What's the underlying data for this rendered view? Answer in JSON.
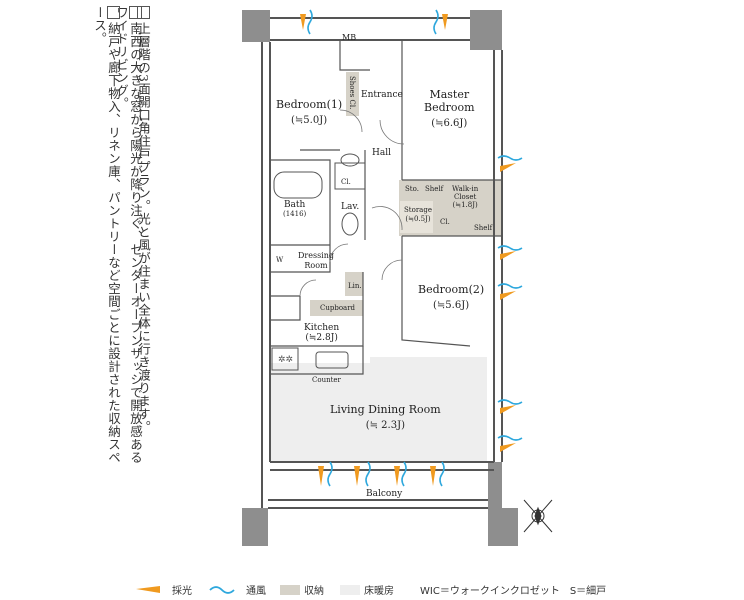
{
  "notes": [
    "上層階の3面開口角住戸プラン。光と風が住まい全体に行き渡ります。",
    "南西の大きな窓から陽光が降り注ぐ、センターオープンサッシで開放感あるワイドリビング。",
    "納戸や廊下物入、リネン庫、パントリーなど空間ごとに設計された収納スペース。"
  ],
  "rooms": {
    "mb": "MB",
    "bedroom1": {
      "name": "Bedroom(1)",
      "size": "(≒5.0J)"
    },
    "shoes": "Shoes Cl.",
    "entrance": "Entrance",
    "master": {
      "name1": "Master",
      "name2": "Bedroom",
      "size": "(≒6.6J)"
    },
    "hall": "Hall",
    "cl": "Cl.",
    "bath": {
      "name": "Bath",
      "size": "(1416)"
    },
    "lav": "Lav.",
    "sto": "Sto.",
    "shelf": "Shelf",
    "wic": {
      "name1": "Walk-in",
      "name2": "Closet",
      "size": "(≒1.8J)"
    },
    "storage": {
      "name": "Storage",
      "size": "(≒0.5J)"
    },
    "cl2": "Cl.",
    "shelf2": "Shelf",
    "dressing": {
      "name1": "Dressing",
      "name2": "Room"
    },
    "w": "W",
    "lin": "Lin.",
    "bedroom2": {
      "name": "Bedroom(2)",
      "size": "(≒5.6J)"
    },
    "cupboard": "Cupboard",
    "kitchen": {
      "name": "Kitchen",
      "size": "(≒2.8J)"
    },
    "counter": "Counter",
    "ldr": {
      "name": "Living Dining Room",
      "size": "(≒ 2.3J)"
    },
    "balcony": "Balcony"
  },
  "legend": {
    "light": "採光",
    "wind": "通風",
    "storage": "収納",
    "floor_heat": "床暖房",
    "abbrev": "WIC＝ウォークインクロゼット　S＝細戸"
  },
  "colors": {
    "light_arrow": "#f09a1f",
    "wind": "#2fa8dd",
    "storage_fill": "#d6d2c8",
    "floor_heat_fill": "#eeeeee",
    "wall": "#555555",
    "column": "#8e8e8e"
  }
}
